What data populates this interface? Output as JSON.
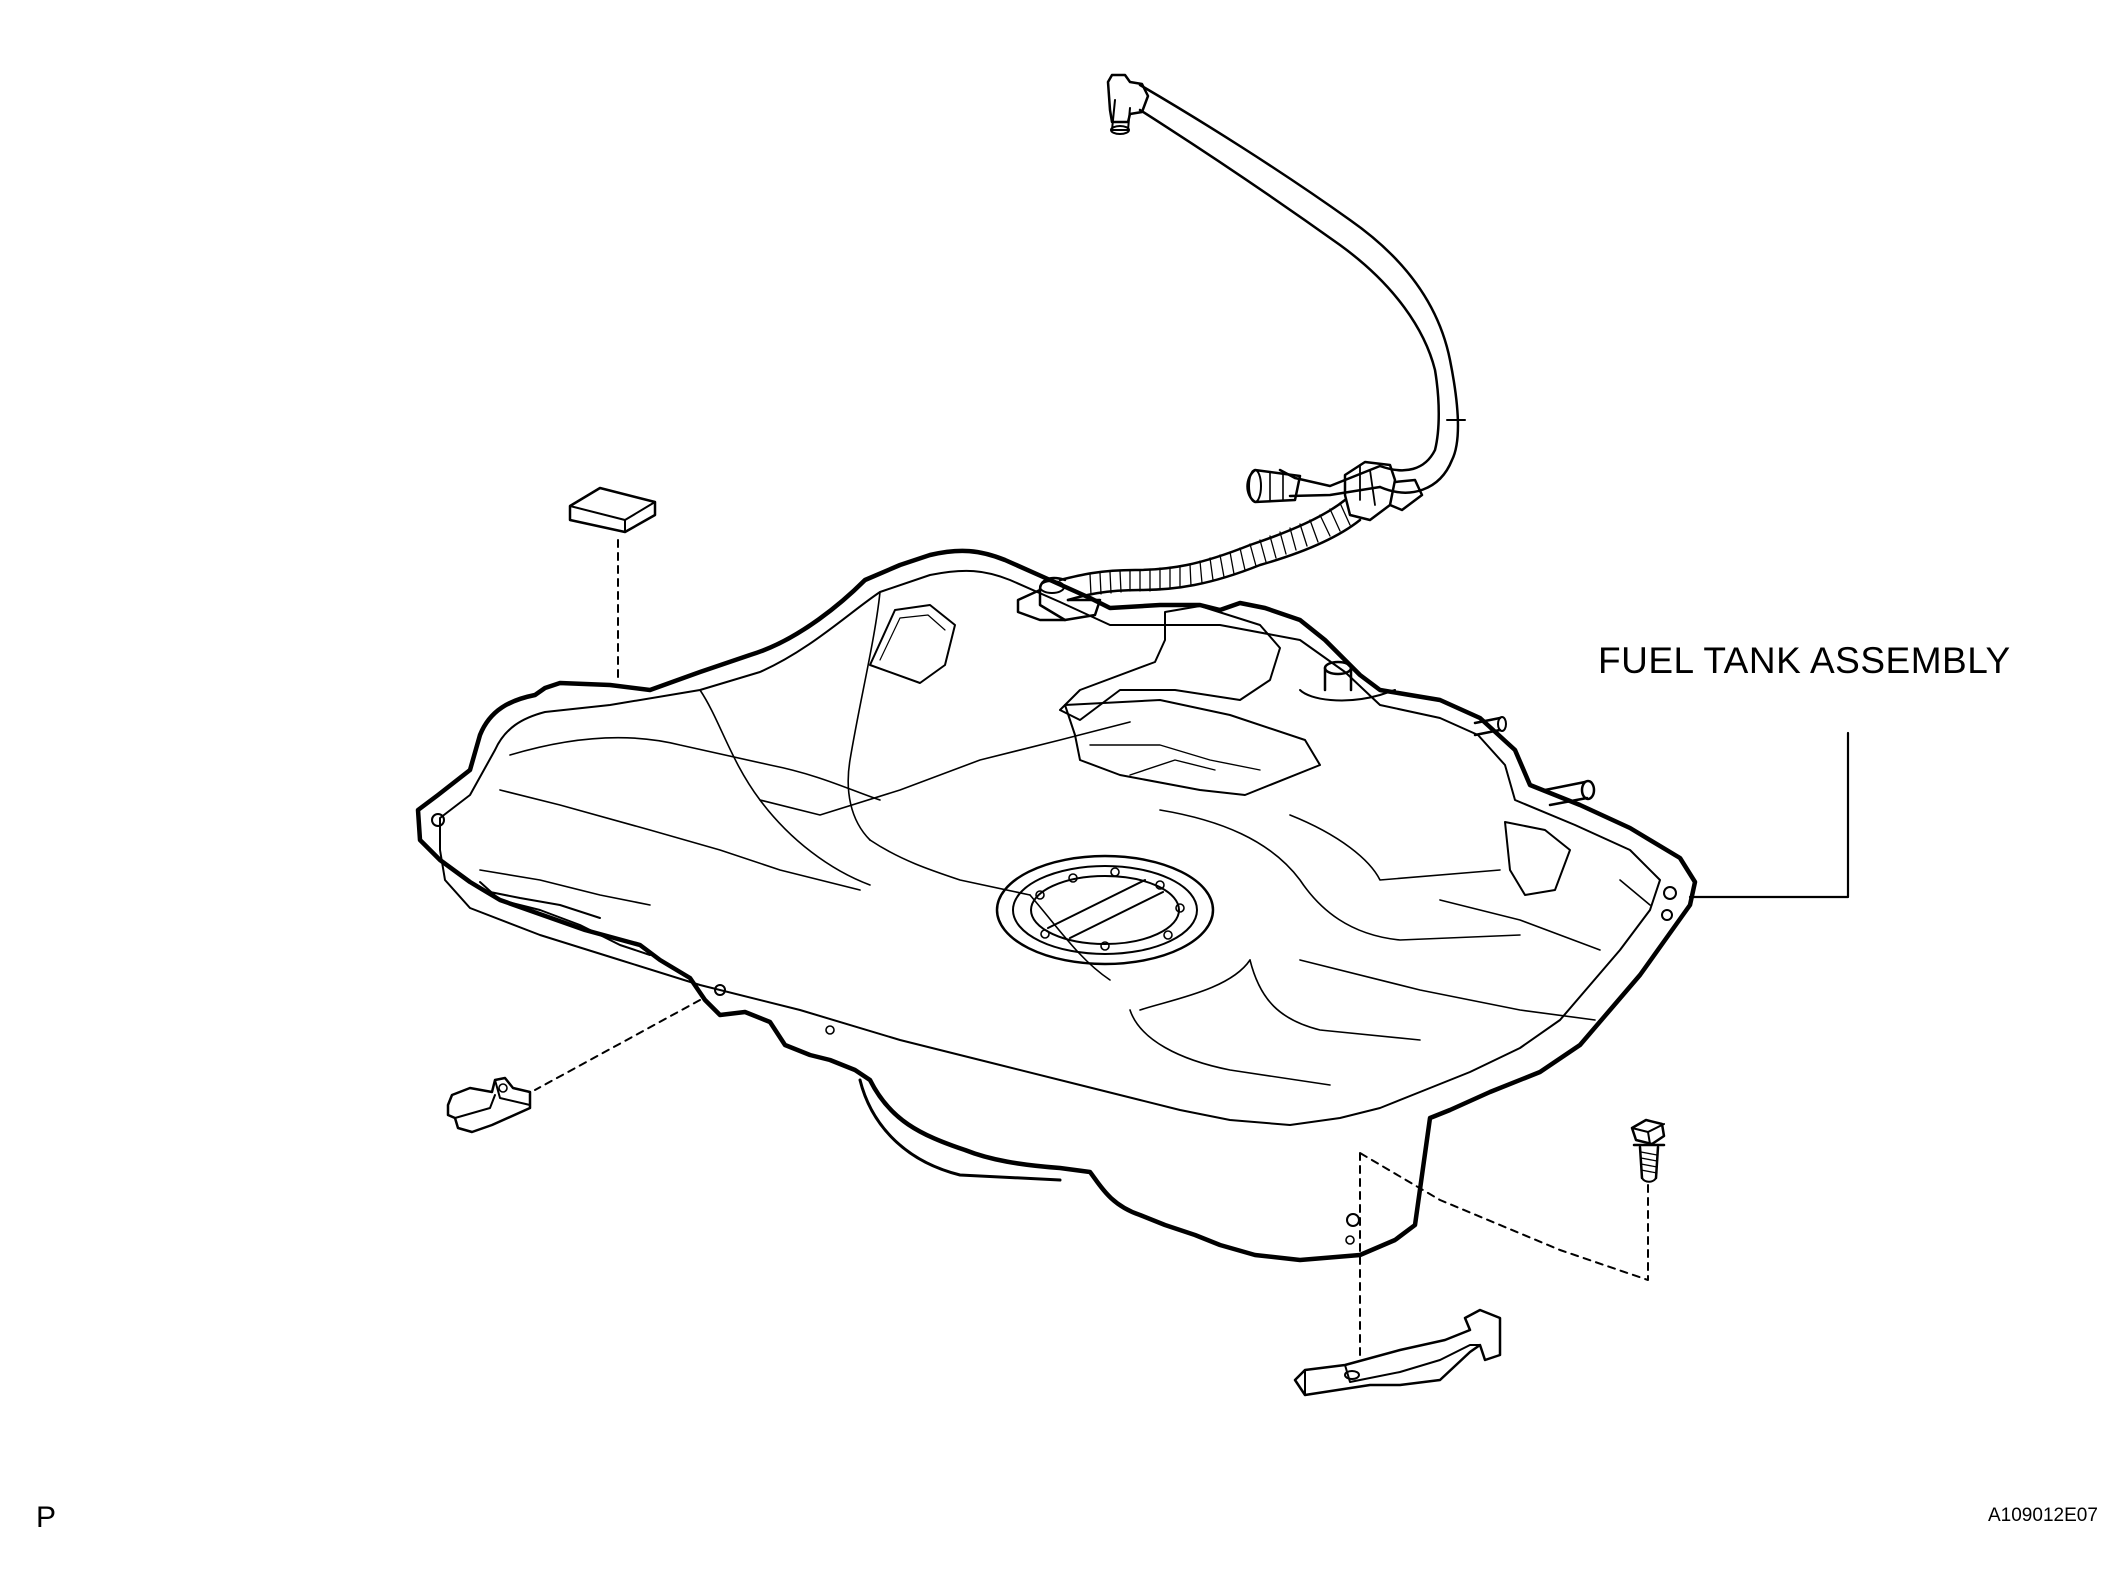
{
  "labels": {
    "part_name": "FUEL TANK ASSEMBLY",
    "page_code": "P",
    "figure_id": "A109012E07"
  },
  "parts": [
    {
      "icon": "fuel-tank-assembly"
    },
    {
      "icon": "fuel-hose-upper"
    },
    {
      "icon": "fuel-hose-lower"
    },
    {
      "icon": "cushion-pad"
    },
    {
      "icon": "clip-nut"
    },
    {
      "icon": "bolt"
    },
    {
      "icon": "tank-band"
    }
  ],
  "colors": {
    "line": "#000000",
    "background": "#ffffff"
  }
}
